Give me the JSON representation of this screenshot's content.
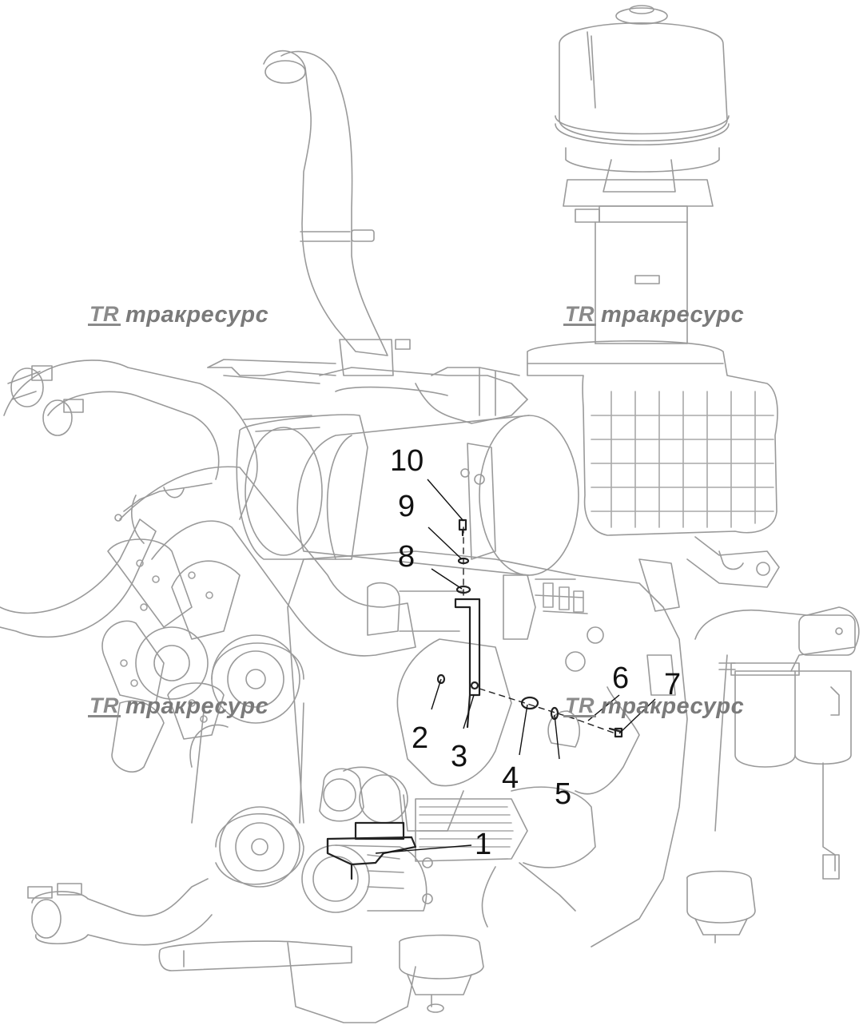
{
  "callouts": [
    "1",
    "2",
    "3",
    "4",
    "5",
    "6",
    "7",
    "8",
    "9",
    "10"
  ],
  "watermark": {
    "logo": "TR",
    "text": "тракресурс"
  },
  "colors": {
    "line": "#8c8c8c",
    "dark": "#222222",
    "watermark": "#7a7a7a"
  }
}
